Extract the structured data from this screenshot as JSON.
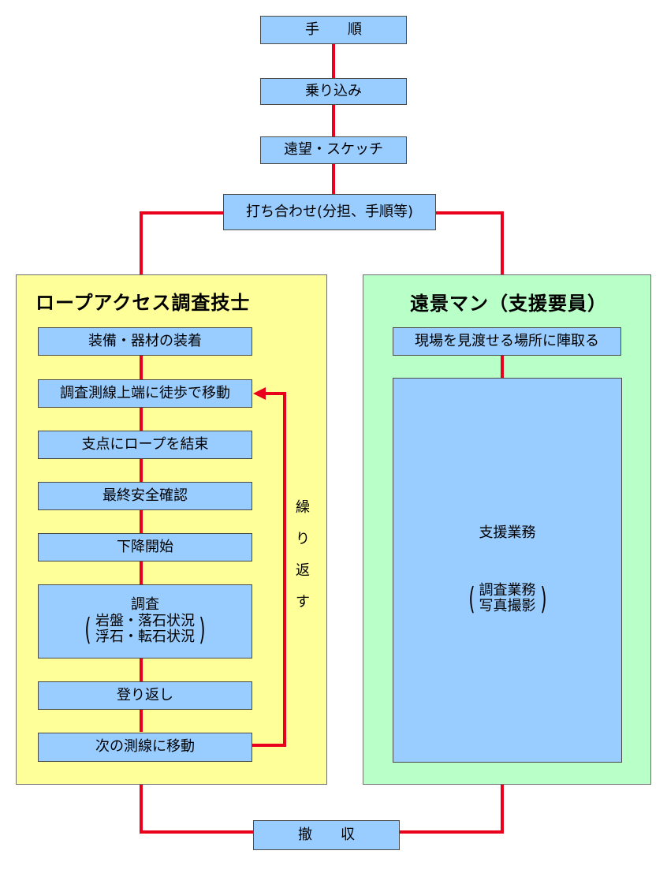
{
  "diagram": {
    "top_flow": {
      "step1": "手　　順",
      "step2": "乗り込み",
      "step3": "遠望・スケッチ",
      "step4": "打ち合わせ(分担、手順等)"
    },
    "left_panel": {
      "title": "ロープアクセス調査技士",
      "steps": [
        "装備・器材の装着",
        "調査測線上端に徒歩で移動",
        "支点にロープを結束",
        "最終安全確認",
        "下降開始"
      ],
      "survey_box": {
        "title": "調査",
        "items": [
          "岩盤・落石状況",
          "浮石・転石状況"
        ]
      },
      "steps_after": [
        "登り返し",
        "次の測線に移動"
      ],
      "repeat_label": [
        "繰",
        "り",
        "返",
        "す"
      ]
    },
    "right_panel": {
      "title": "遠景マン（支援要員）",
      "position_box": "現場を見渡せる場所に陣取る",
      "support_box": {
        "title": "支援業務",
        "items": [
          "調査業務",
          "写真撮影"
        ]
      }
    },
    "final_step": "撤　　収",
    "colors": {
      "box_fill": "#99ccff",
      "left_panel_fill": "#ffff99",
      "right_panel_fill": "#b9ffc8",
      "connector": "#e8001c"
    }
  }
}
